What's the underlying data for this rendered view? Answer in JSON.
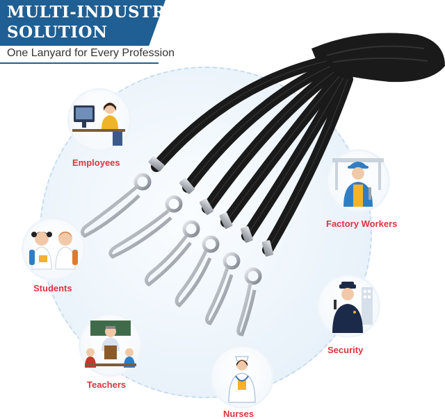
{
  "header": {
    "title_line1": "MULTI-INDUSTRY",
    "title_line2": "SOLUTION",
    "subtitle": "One Lanyard for Every Profession"
  },
  "professions": [
    {
      "label": "Employees",
      "icon": "office-worker-icon"
    },
    {
      "label": "Factory Workers",
      "icon": "factory-worker-icon"
    },
    {
      "label": "Students",
      "icon": "students-icon"
    },
    {
      "label": "Security",
      "icon": "security-guard-icon"
    },
    {
      "label": "Teachers",
      "icon": "teacher-icon"
    },
    {
      "label": "Nurses",
      "icon": "nurse-icon"
    }
  ],
  "colors": {
    "banner": "#1f5f93",
    "label": "#d9363e",
    "lanyard": "#1a1a1a",
    "hook": "#b9bcc2"
  },
  "product": {
    "item": "black lanyards with swivel hooks",
    "count": 6
  }
}
